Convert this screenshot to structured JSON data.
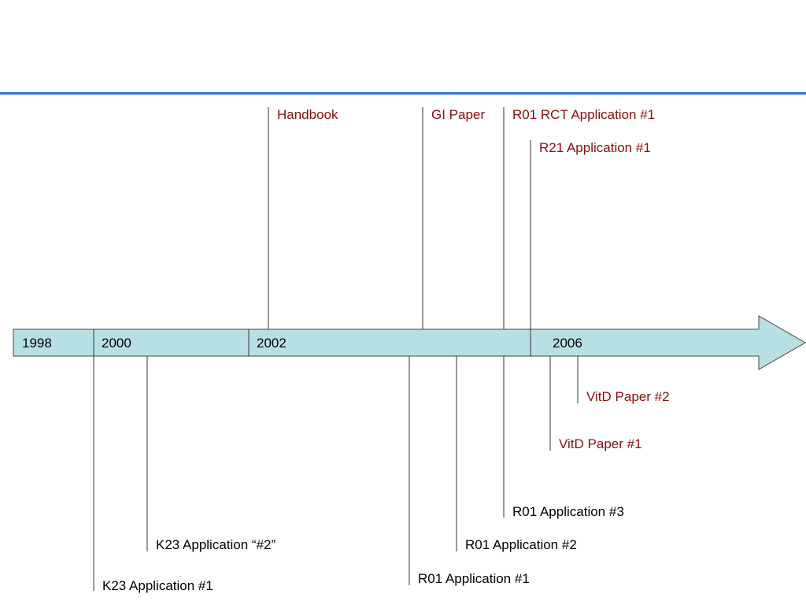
{
  "colors": {
    "accent_rule": "#2a7bd4",
    "arrow_fill": "#b7e0e4",
    "event_above_text": "#8b0d0d",
    "event_below_text": "#000000"
  },
  "timeline": {
    "years": [
      "1998",
      "2000",
      "2002",
      "2006"
    ]
  },
  "events_above": [
    {
      "label": "Handbook"
    },
    {
      "label": "GI Paper"
    },
    {
      "label": "R01 RCT Application #1"
    },
    {
      "label": "R21 Application #1"
    }
  ],
  "events_below": [
    {
      "label": "K23 Application #1"
    },
    {
      "label": "K23 Application “#2”"
    },
    {
      "label": "R01 Application #1"
    },
    {
      "label": "R01 Application #2"
    },
    {
      "label": "R01 Application #3"
    },
    {
      "label": "VitD Paper #1"
    },
    {
      "label": "VitD Paper #2"
    }
  ]
}
